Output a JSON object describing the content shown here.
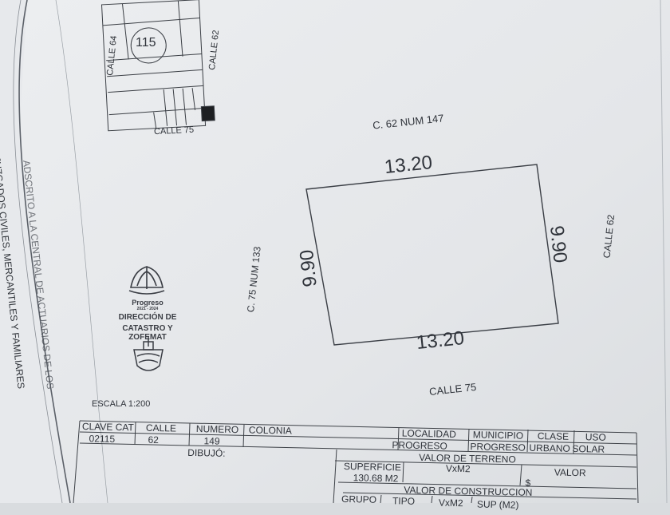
{
  "location_map": {
    "block_number": "115",
    "street_left": "CALLE 64",
    "street_right": "CALLE 62",
    "street_bottom": "CALLE 75"
  },
  "plot": {
    "address_top": "C. 62 NUM 147",
    "address_left": "C. 75 NUM 133",
    "dim_top": "13.20",
    "dim_bottom": "13.20",
    "dim_left": "9.90",
    "dim_right": "9.90",
    "street_right": "CALLE 62",
    "street_bottom": "CALLE 75"
  },
  "margin_text": {
    "line1": "JUZGADOS CIVILES, MERCANTILES Y FAMILIARES",
    "line2": "ADSCRITO A LA CENTRAL DE ACTUARIOS DE LOS"
  },
  "logo": {
    "municipality": "Progreso",
    "years": "2021 - 2024",
    "department_line1": "DIRECCIÓN DE",
    "department_line2": "CATASTRO Y ZOFEMAT"
  },
  "scale": "ESCALA 1:200",
  "table": {
    "headers": {
      "clave_cat": "CLAVE CAT",
      "calle": "CALLE",
      "numero": "NUMERO",
      "colonia": "COLONIA",
      "localidad": "LOCALIDAD",
      "municipio": "MUNICIPIO",
      "clase": "CLASE",
      "uso": "USO"
    },
    "values": {
      "clave_cat": "02115",
      "calle": "62",
      "numero": "149",
      "colonia": "",
      "localidad": "PROGRESO",
      "municipio": "PROGRESO",
      "clase": "URBANO",
      "uso": "SOLAR"
    },
    "dibujo_label": "DIBUJÓ:",
    "valor_terreno": "VALOR DE TERRENO",
    "superficie_label": "SUPERFICIE",
    "superficie_value": "130.68 M2",
    "vxm2_label": "VxM2",
    "valor_label": "VALOR",
    "currency": "$",
    "valor_construccion": "VALOR DE CONSTRUCCION",
    "bottom_headers": [
      "GRUPO",
      "TIPO",
      "VxM2",
      "SUP (M2)"
    ]
  }
}
